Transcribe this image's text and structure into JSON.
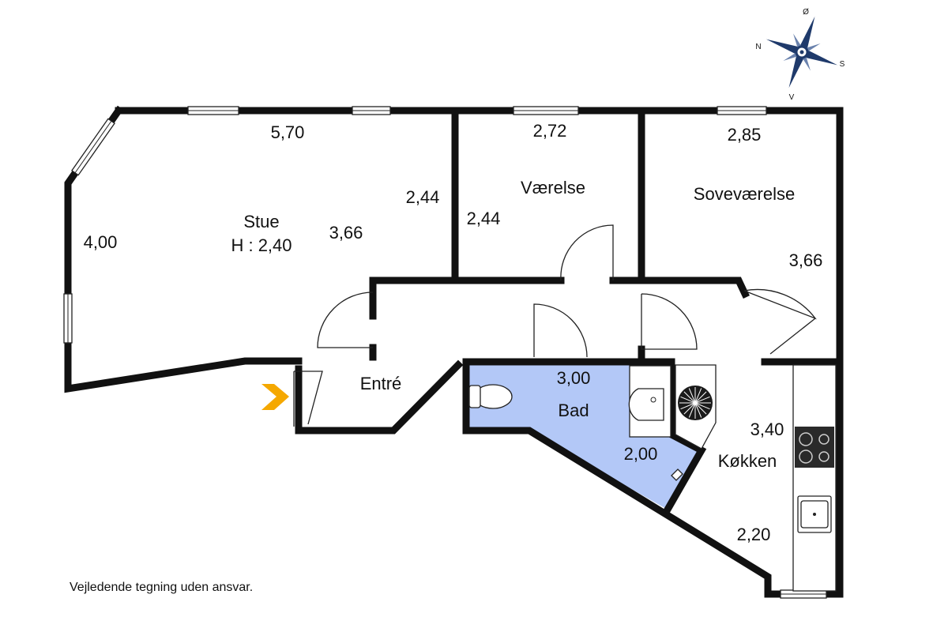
{
  "plan": {
    "rooms": {
      "stue": {
        "name": "Stue",
        "height": "H : 2,40"
      },
      "vaerelse": {
        "name": "Værelse"
      },
      "sovevaerelse": {
        "name": "Soveværelse"
      },
      "entre": {
        "name": "Entré"
      },
      "bad": {
        "name": "Bad"
      },
      "kokken": {
        "name": "Køkken"
      }
    },
    "dimensions": {
      "stue_width": "5,70",
      "stue_left_height": "4,00",
      "stue_depth": "3,66",
      "stue_right_segment": "2,44",
      "vaerelse_width": "2,72",
      "vaerelse_depth": "2,44",
      "sove_width": "2,85",
      "sove_depth": "3,66",
      "bad_width": "3,00",
      "bad_depth": "2,00",
      "kokken_depth": "3,40",
      "kokken_width": "2,20"
    },
    "compass": {
      "north": "N",
      "east": "Ø",
      "south": "S",
      "west": "V"
    },
    "disclaimer": "Vejledende tegning uden ansvar.",
    "colors": {
      "wall": "#111111",
      "bad_fill": "#b3c8f7",
      "entrance_arrow": "#f5a800",
      "compass": "#1f3a6b"
    }
  }
}
